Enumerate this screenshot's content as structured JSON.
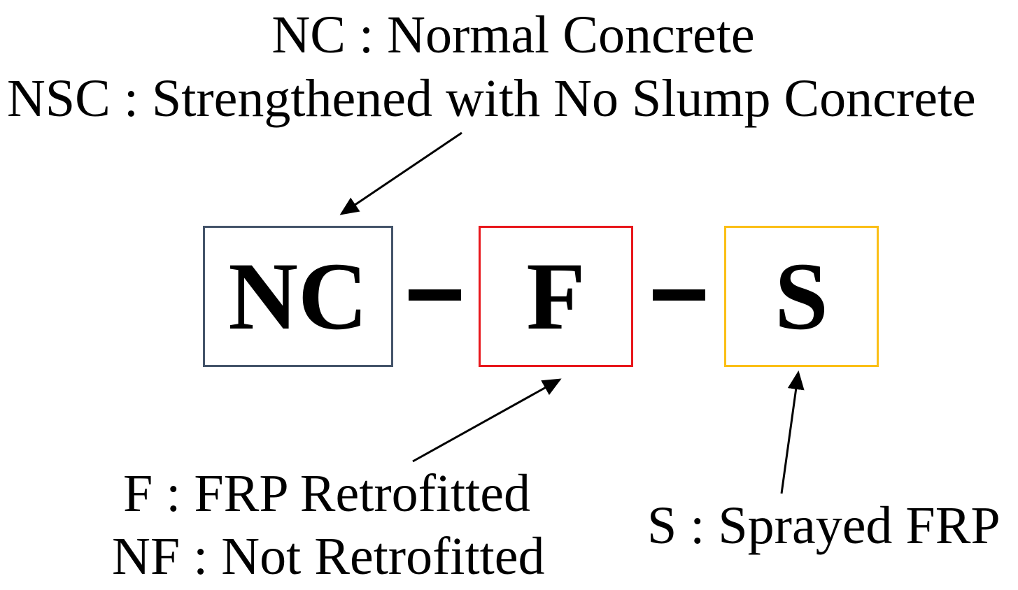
{
  "top_legend": {
    "line1": "NC : Normal Concrete",
    "line2": "NSC : Strengthened with No Slump Concrete"
  },
  "codes": {
    "first": {
      "label": "NC",
      "color": "#44546a"
    },
    "separator": "–",
    "second": {
      "label": "F",
      "color": "#e8171c"
    },
    "third": {
      "label": "S",
      "color": "#fbbf16"
    }
  },
  "bottom_legend": {
    "line1": "F : FRP Retrofitted",
    "line2": "NF : Not Retrofitted"
  },
  "right_legend": {
    "line1": "S : Sprayed FRP"
  },
  "arrow_color": "#000000"
}
